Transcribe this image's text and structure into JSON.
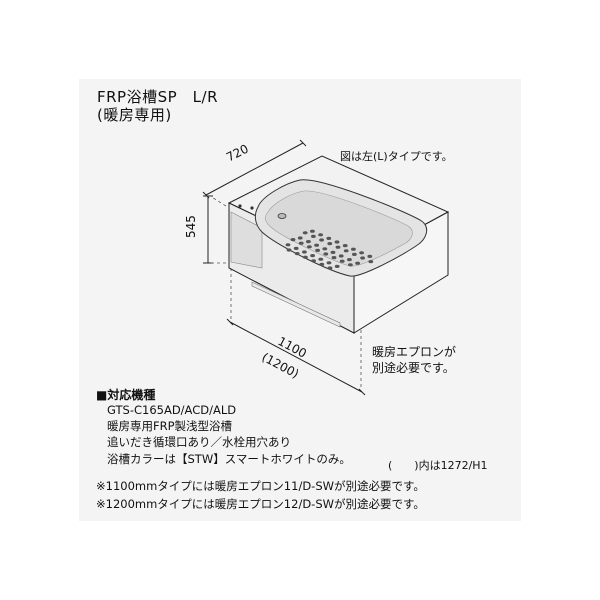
{
  "title": {
    "line1": "FRP浴槽SP　L/R",
    "line2": "(暖房専用)"
  },
  "diagram": {
    "type_note": "図は左(L)タイプです。",
    "dim_depth": "720",
    "dim_height": "545",
    "dim_width": "1100",
    "dim_width_alt": "(1200)",
    "apron_note_line1": "暖房エプロンが",
    "apron_note_line2": "別途必要です。"
  },
  "specs": {
    "heading": "■対応機種",
    "line1": "GTS-C165AD/ACD/ALD",
    "line2": "暖房専用FRP製浅型浴槽",
    "line3": "追いだき循環口あり／水栓用穴あり",
    "line4": "浴槽カラーは【STW】スマートホワイトのみ。",
    "paren_note": "(　　)内は1272/H1"
  },
  "footnotes": {
    "note1": "※1100mmタイプには暖房エプロン11/D-SWが別途必要です。",
    "note2": "※1200mmタイプには暖房エプロン12/D-SWが別途必要です。"
  },
  "colors": {
    "panel": "#f4f4f4",
    "tub_body": "#eeeeee",
    "tub_inner": "#dcdcdc",
    "holes": "#555555",
    "line": "#222222"
  }
}
